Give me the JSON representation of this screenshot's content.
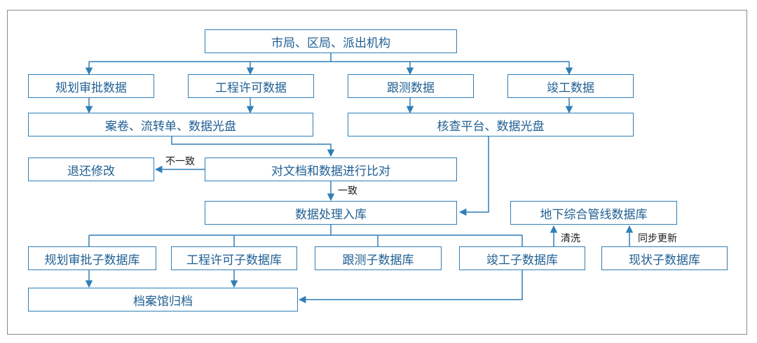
{
  "colors": {
    "box_border": "#2f7fb8",
    "box_text": "#1f5f93",
    "line": "#2f7fb8",
    "frame": "#8a8a8a"
  },
  "nodes": {
    "source": "市局、区局、派出机构",
    "planning_data": "规划审批数据",
    "permit_data": "工程许可数据",
    "survey_data": "跟测数据",
    "completion_data": "竣工数据",
    "archives": "案卷、流转单、数据光盘",
    "check_platform": "核查平台、数据光盘",
    "return_modify": "退还修改",
    "compare": "对文档和数据进行比对",
    "process_store": "数据处理入库",
    "pipeline_db": "地下综合管线数据库",
    "planning_sub_db": "规划审批子数据库",
    "permit_sub_db": "工程许可子数据库",
    "survey_sub_db": "跟测子数据库",
    "completion_sub_db": "竣工子数据库",
    "status_sub_db": "现状子数据库",
    "archive_hall": "档案馆归档"
  },
  "edge_labels": {
    "inconsistent": "不一致",
    "consistent": "一致",
    "clean": "清洗",
    "sync_update": "同步更新"
  }
}
